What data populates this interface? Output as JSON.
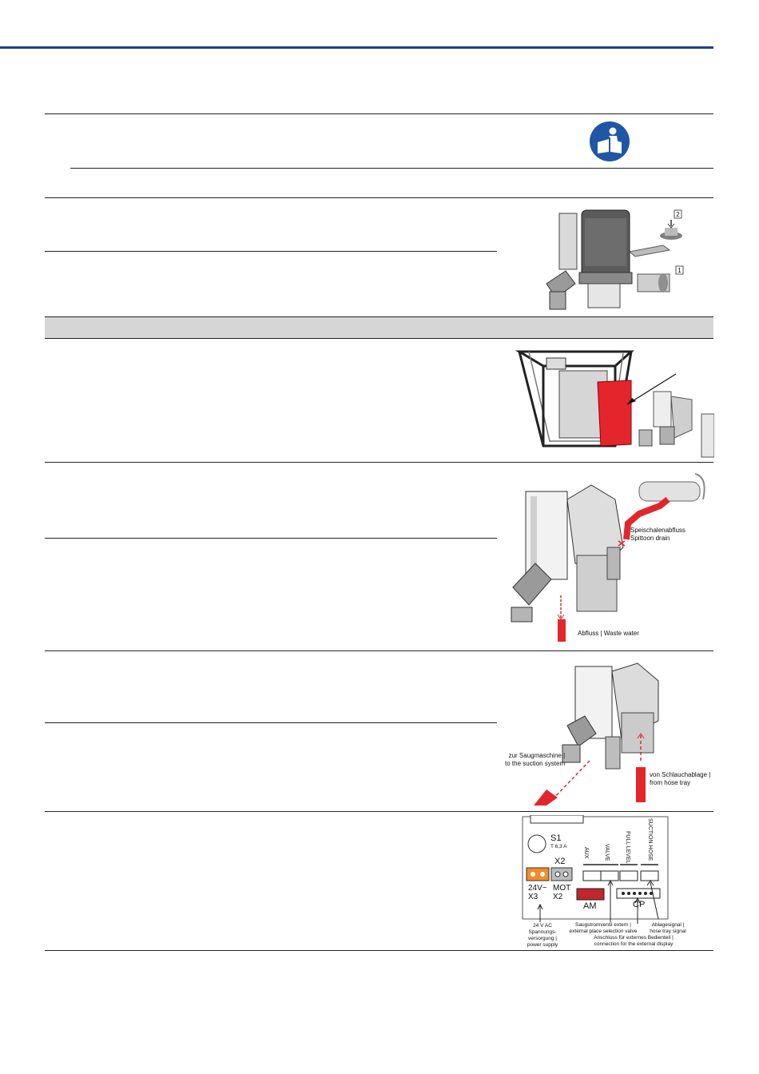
{
  "colors": {
    "accent_bar": "#1f3f8f",
    "highlight_red": "#e5252c",
    "terminal_orange": "#f28c28",
    "band_gray": "#d6d6d6",
    "icon_blue": "#1f56a5"
  },
  "icons": {
    "manual": "read-manual-icon"
  },
  "fig_module": {
    "callout_1": "1",
    "callout_2": "2"
  },
  "fig_drain": {
    "spittoon_label": "Speischalenabfluss\nSpittoon drain",
    "waste_label": "Abfluss | Waste water"
  },
  "fig_suction": {
    "to_suction_label": "zur Saugmaschine |\nto the suction system",
    "from_tray_label": "von Schlauchablage |\nfrom hose tray"
  },
  "fig_pcb": {
    "s1": "S1",
    "fuse": "T 6,3 A",
    "x2_top": "X2",
    "x3_label": "24V~\nX3",
    "mot_label": "MOT\nX2",
    "aux": "AUX",
    "valve": "VALVE",
    "full_level": "FULL LEVEL",
    "suction_hose": "SUCTION HOSE",
    "am": "AM",
    "cp": "CP",
    "power_note": "24 V AC\nSpannungs-\nversorgung |\npower supply",
    "valve_note": "Saugstromventil extern |\nexternal place selection valve",
    "display_note": "Anschluss für externes Bedienteil |\nconnection for the external display",
    "hose_signal_note": "Ablagesignal |\nhose tray signal"
  }
}
